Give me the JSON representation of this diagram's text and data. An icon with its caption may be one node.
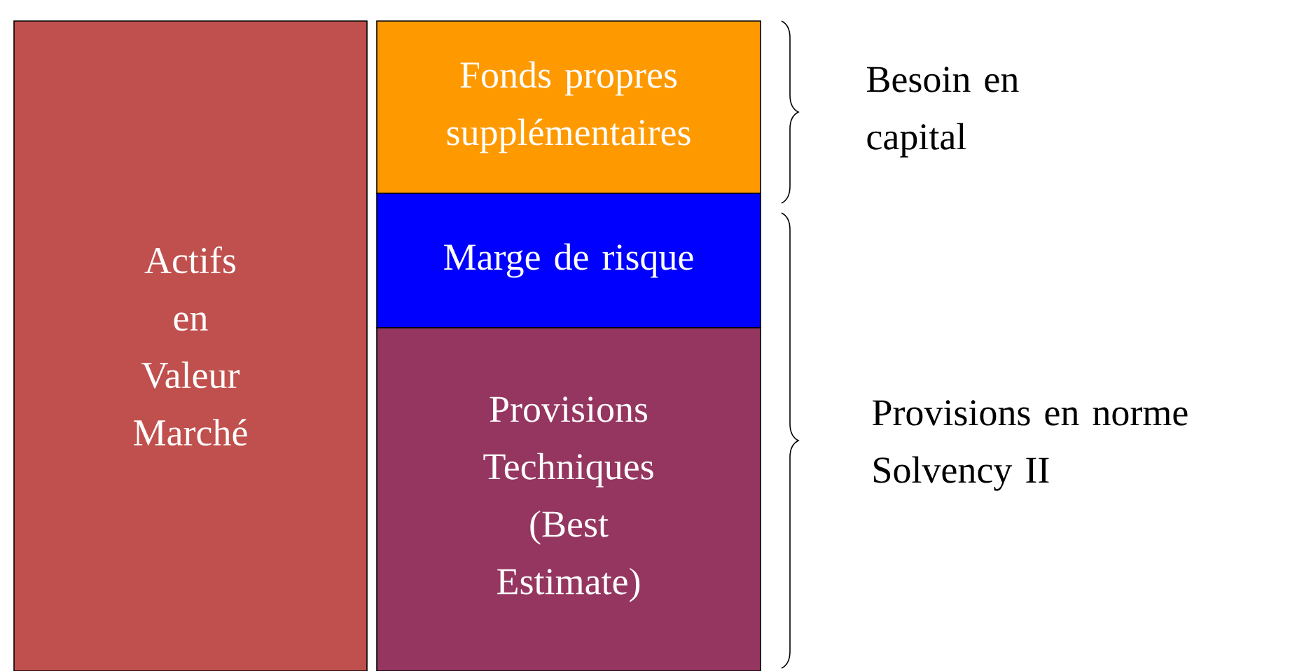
{
  "diagram": {
    "nodes": [
      {
        "text": [
          "Actifs en Valeur Marché"
        ]
      },
      {
        "text": [
          "Fonds propres supplémentaires"
        ]
      },
      {
        "text": [
          "Marge de risque"
        ]
      },
      {
        "text": [
          "Provisions Techniques (Best Estimate)"
        ]
      }
    ],
    "labels": [
      "Besoin en capital",
      "Provisions en norme Solvency II"
    ]
  }
}
